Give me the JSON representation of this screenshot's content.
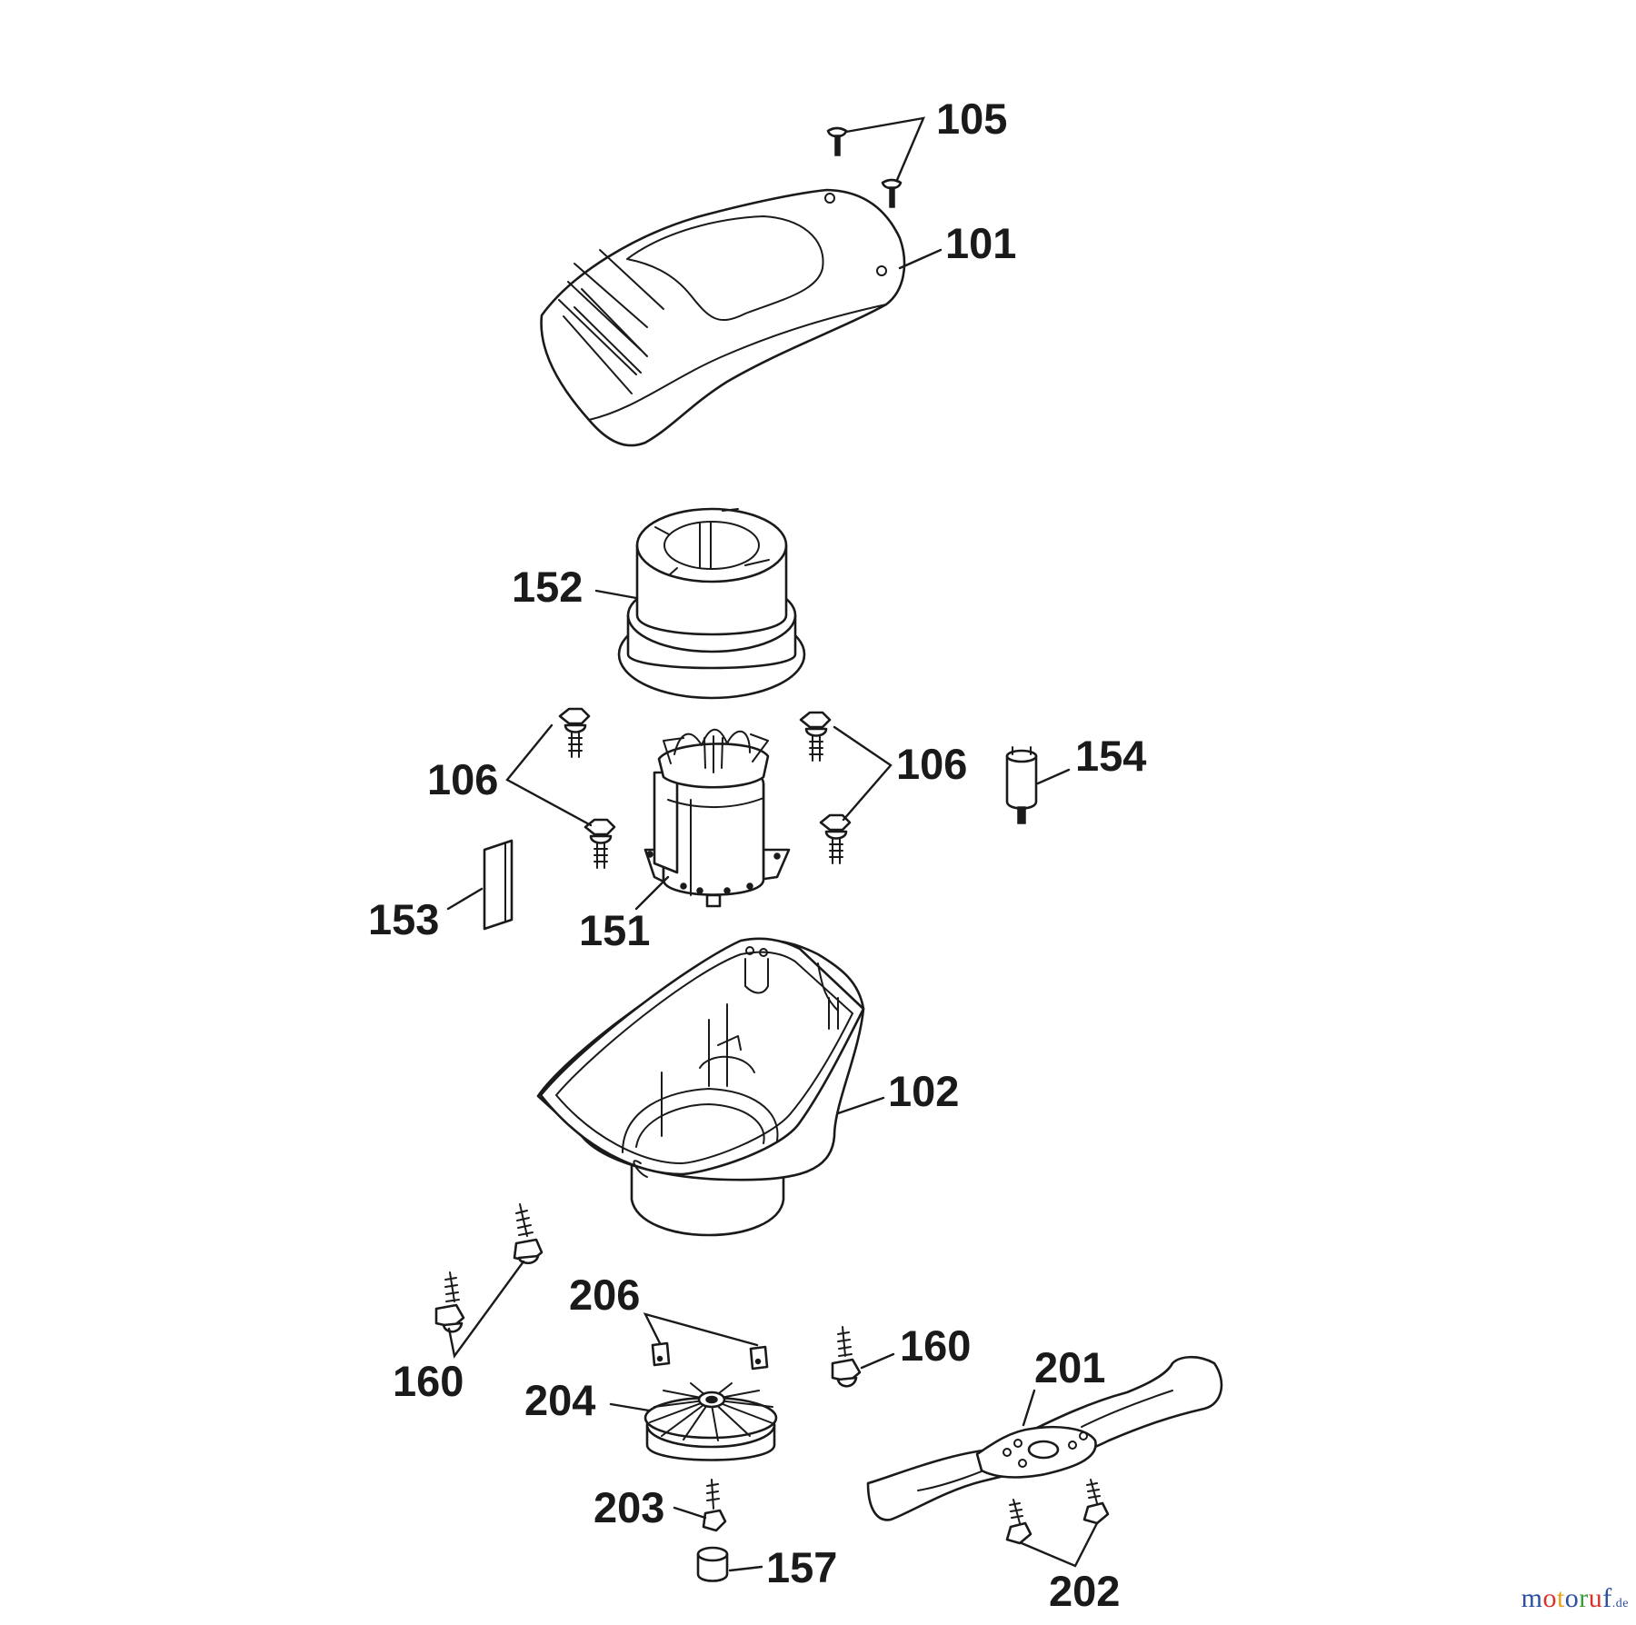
{
  "labels": {
    "p101": "101",
    "p102": "102",
    "p105": "105",
    "p106_left": "106",
    "p106_right": "106",
    "p151": "151",
    "p152": "152",
    "p153": "153",
    "p154": "154",
    "p157": "157",
    "p160_left": "160",
    "p160_right": "160",
    "p201": "201",
    "p202": "202",
    "p203": "203",
    "p204": "204",
    "p206": "206"
  },
  "watermark": {
    "name_parts": [
      "m",
      "o",
      "t",
      "o",
      "r",
      "u",
      "f"
    ],
    "tld": ".de",
    "colors": [
      "#2d4fa0",
      "#d9322b",
      "#e8a21a",
      "#2d4fa0",
      "#3a9a3a",
      "#d9322b",
      "#2d4fa0"
    ]
  }
}
